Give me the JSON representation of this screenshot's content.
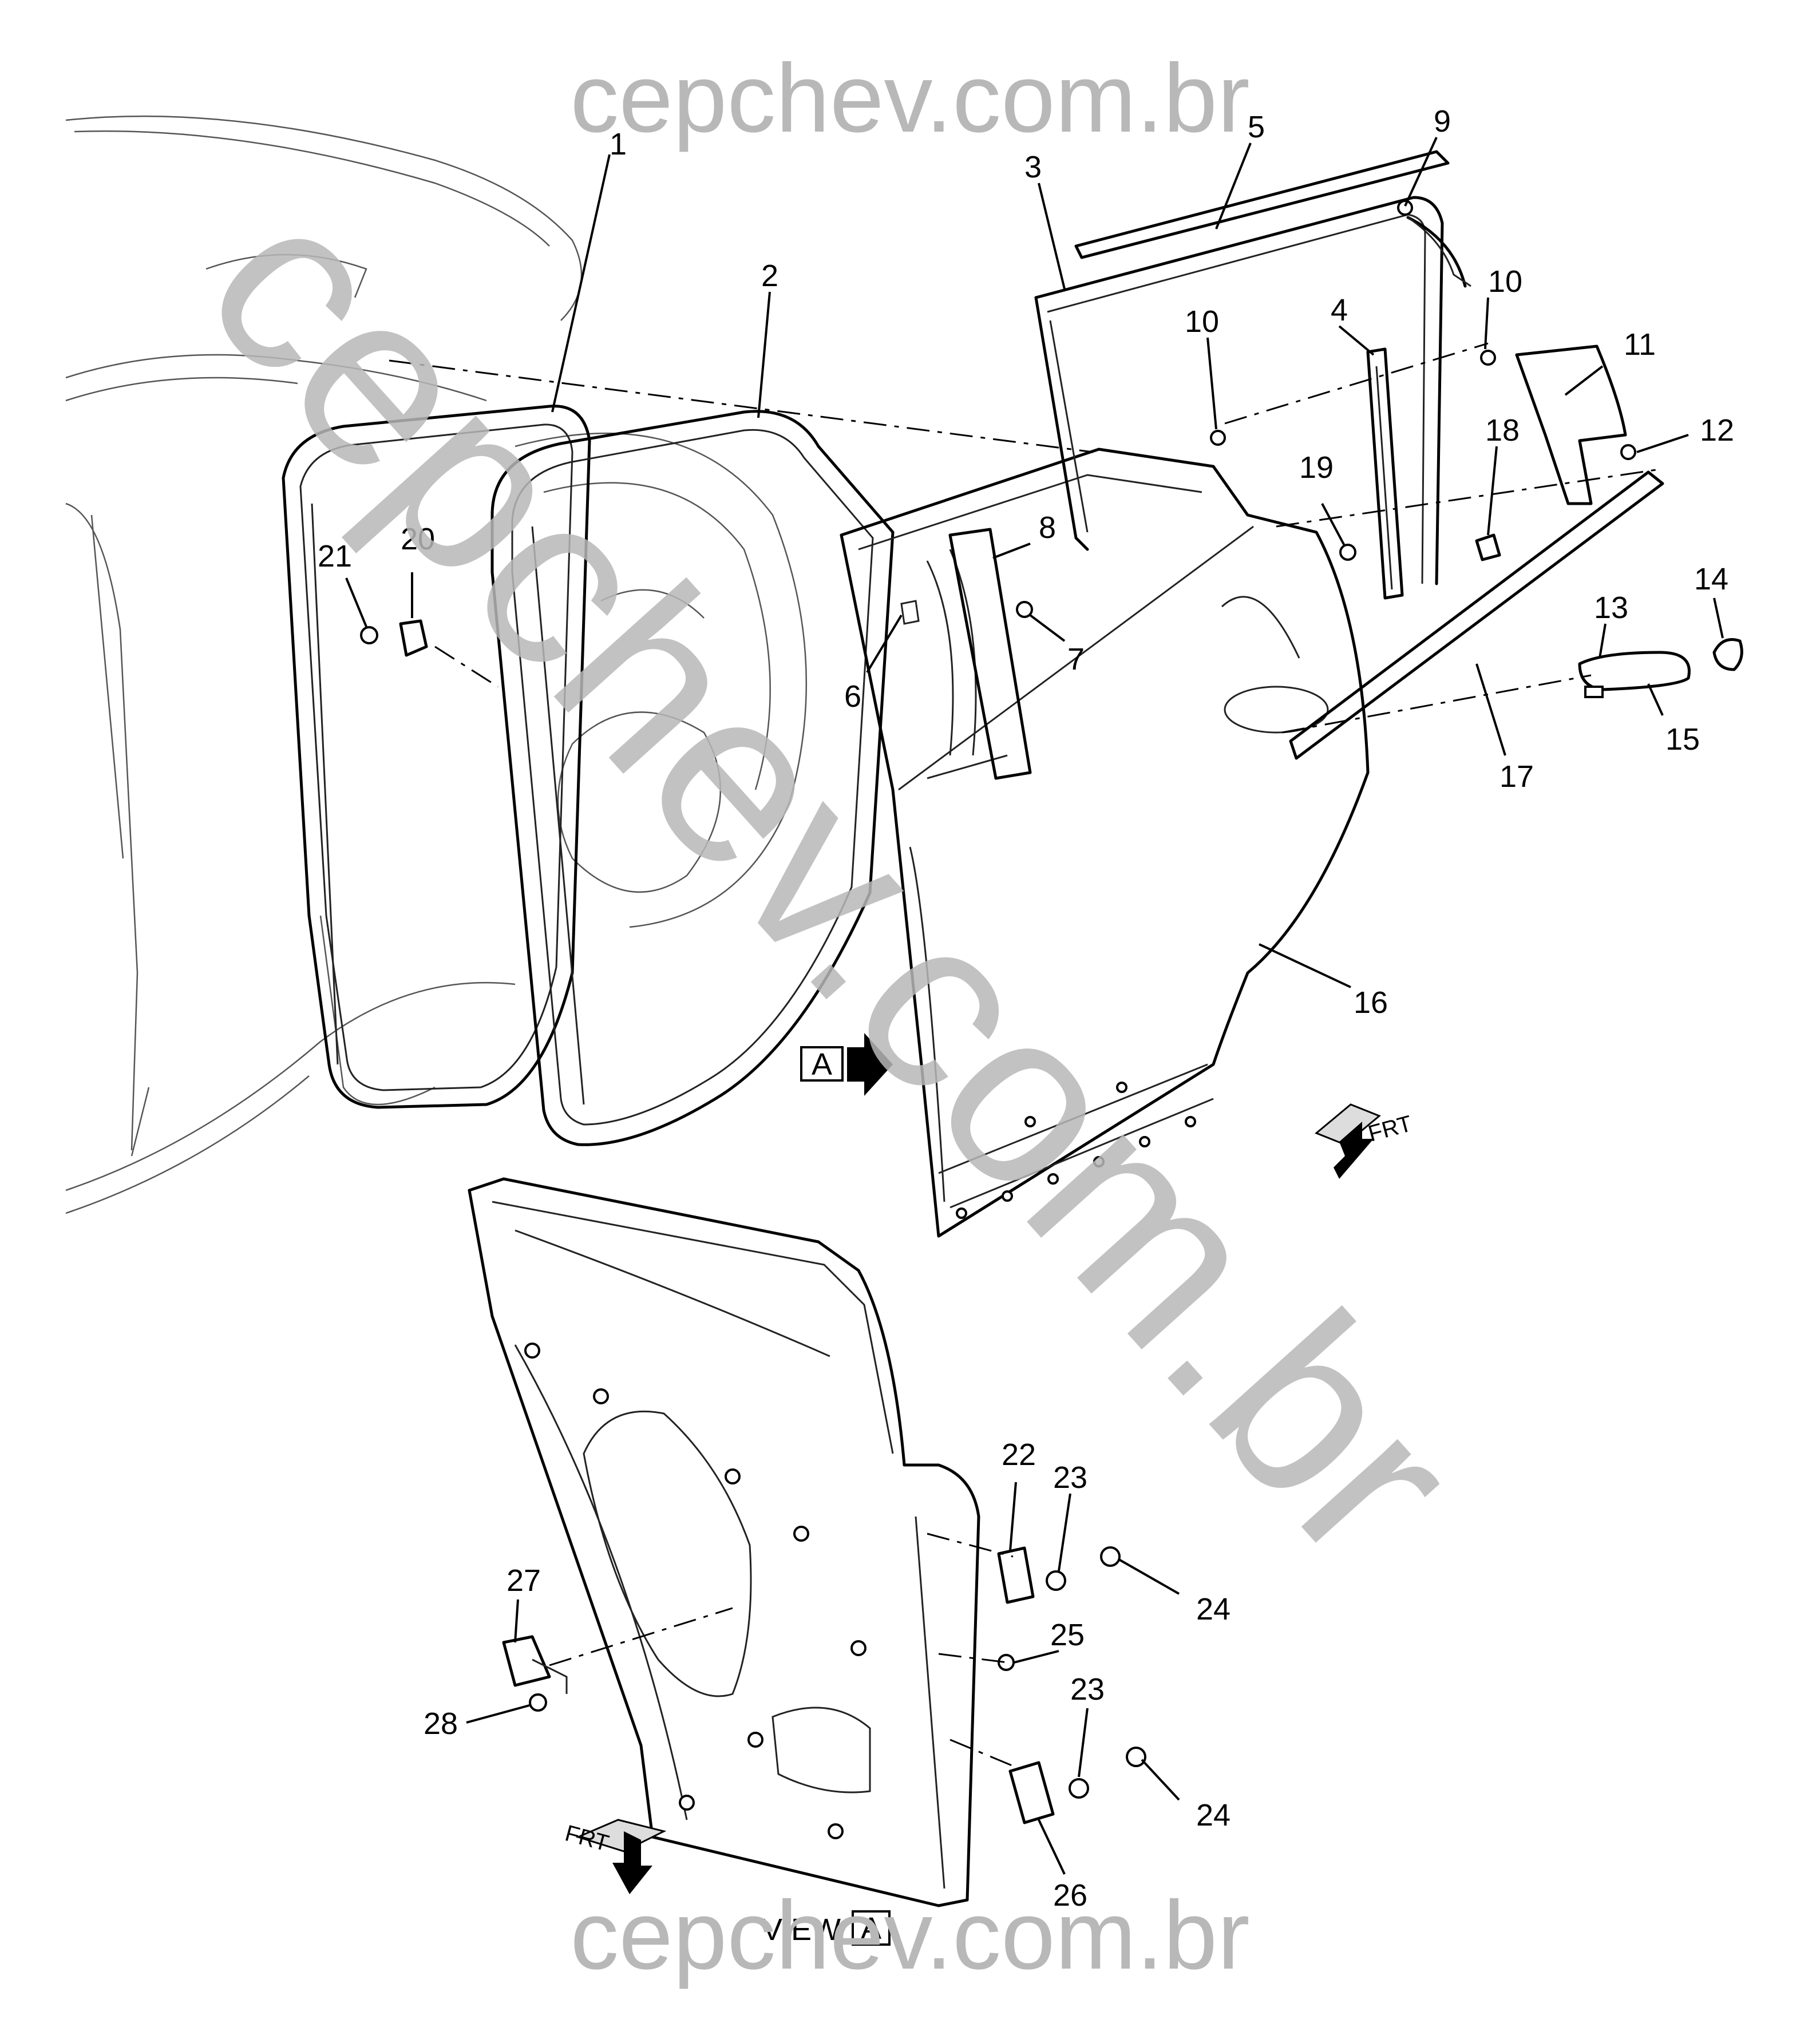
{
  "watermark": {
    "top": "cepchev.com.br",
    "bottom": "cepchev.com.br",
    "diagonal": "cepchev.com.br"
  },
  "view_marker": {
    "view_text": "VIEW",
    "letter": "A",
    "callout_letter": "A"
  },
  "front_marker": {
    "upper": "FRT",
    "lower": "FRT"
  },
  "callouts": [
    {
      "id": "c1",
      "label": "1"
    },
    {
      "id": "c2",
      "label": "2"
    },
    {
      "id": "c3",
      "label": "3"
    },
    {
      "id": "c4",
      "label": "4"
    },
    {
      "id": "c5",
      "label": "5"
    },
    {
      "id": "c6",
      "label": "6"
    },
    {
      "id": "c7",
      "label": "7"
    },
    {
      "id": "c8",
      "label": "8"
    },
    {
      "id": "c9",
      "label": "9"
    },
    {
      "id": "c10a",
      "label": "10"
    },
    {
      "id": "c10b",
      "label": "10"
    },
    {
      "id": "c11",
      "label": "11"
    },
    {
      "id": "c12",
      "label": "12"
    },
    {
      "id": "c13",
      "label": "13"
    },
    {
      "id": "c14",
      "label": "14"
    },
    {
      "id": "c15",
      "label": "15"
    },
    {
      "id": "c16",
      "label": "16"
    },
    {
      "id": "c17",
      "label": "17"
    },
    {
      "id": "c18",
      "label": "18"
    },
    {
      "id": "c19",
      "label": "19"
    },
    {
      "id": "c20",
      "label": "20"
    },
    {
      "id": "c21",
      "label": "21"
    },
    {
      "id": "c22",
      "label": "22"
    },
    {
      "id": "c23a",
      "label": "23"
    },
    {
      "id": "c23b",
      "label": "23"
    },
    {
      "id": "c24a",
      "label": "24"
    },
    {
      "id": "c24b",
      "label": "24"
    },
    {
      "id": "c25",
      "label": "25"
    },
    {
      "id": "c26",
      "label": "26"
    },
    {
      "id": "c27",
      "label": "27"
    },
    {
      "id": "c28",
      "label": "28"
    }
  ]
}
